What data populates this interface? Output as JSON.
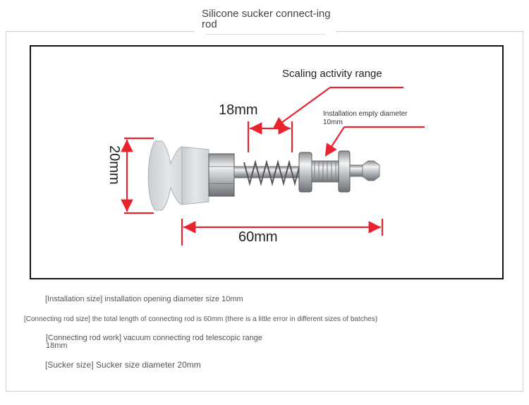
{
  "title": "Silicone sucker connect-ing rod",
  "diagram": {
    "scaling_label": "Scaling activity range",
    "stroke_label": "18mm",
    "install_label_line1": "Installation empty diameter",
    "install_label_line2": "10mm",
    "diameter_label": "20mm",
    "length_label": "60mm"
  },
  "notes": {
    "installation": "[Installation size] installation opening diameter size 10mm",
    "rod_size": "[Connecting rod size] the total length of connecting rod is 60mm (there is a little error in different sizes of batches)",
    "rod_work": "[Connecting rod work] vacuum connecting rod telescopic range 18mm",
    "sucker": "[Sucker size] Sucker size diameter 20mm"
  },
  "colors": {
    "arrow": "#e8232e",
    "frame": "#111111",
    "silicone": "#d7dcdf",
    "metal": "#b8bcc0"
  }
}
